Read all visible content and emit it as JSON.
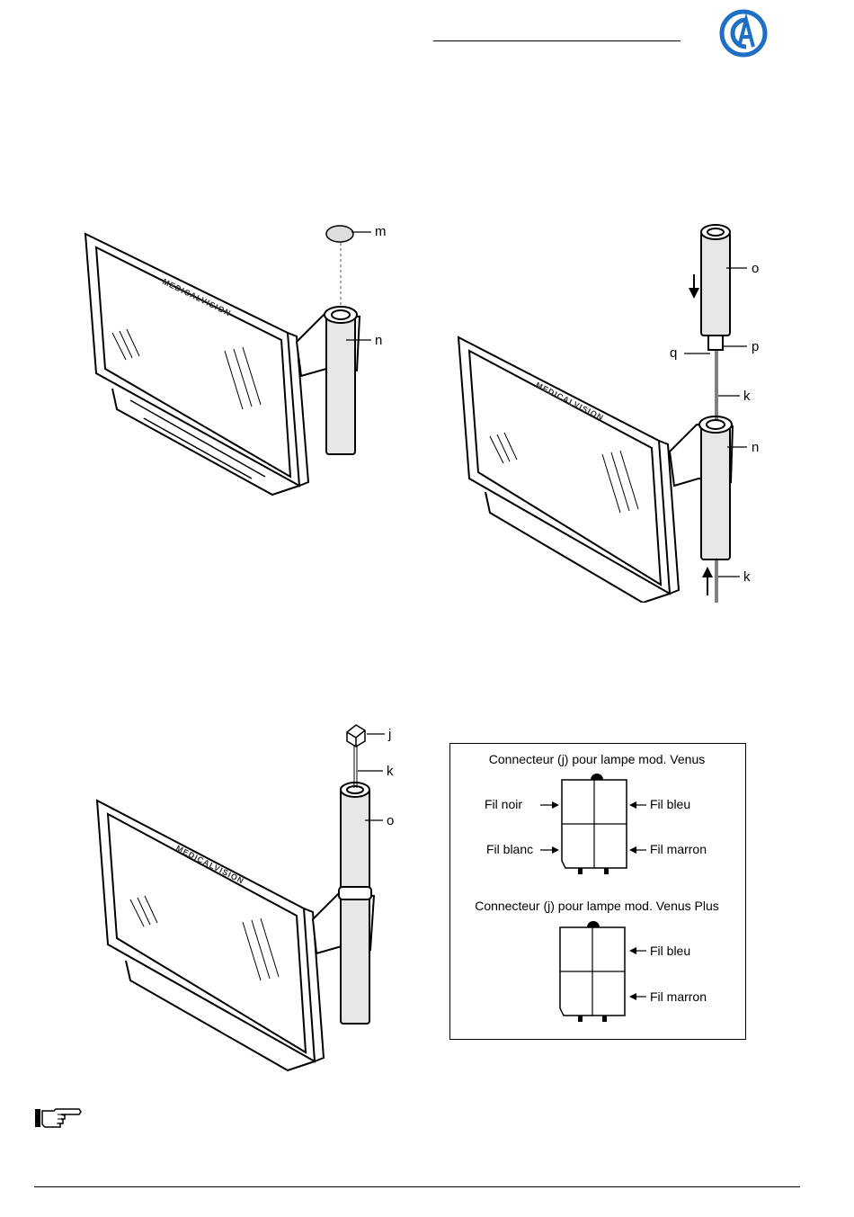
{
  "header": {
    "logo_icon": "company-logo-ca-icon",
    "rule": true
  },
  "brand": "MEDICALVISION",
  "figures": {
    "fig1": {
      "labels": {
        "m": "m",
        "n": "n"
      }
    },
    "fig2": {
      "labels": {
        "o": "o",
        "p": "p",
        "q": "q",
        "k_top": "k",
        "n": "n",
        "k_bottom": "k"
      }
    },
    "fig3": {
      "labels": {
        "j": "j",
        "k": "k",
        "o": "o"
      }
    }
  },
  "wiring": {
    "venus": {
      "title": "Connecteur (j) pour lampe mod. Venus",
      "left_top": "Fil noir",
      "left_bottom": "Fil blanc",
      "right_top": "Fil bleu",
      "right_bottom": "Fil marron"
    },
    "venus_plus": {
      "title": "Connecteur (j) pour lampe mod. Venus Plus",
      "right_top": "Fil bleu",
      "right_bottom": "Fil marron"
    }
  },
  "note": {
    "icon": "pointing-hand-note-icon"
  },
  "colors": {
    "logo_blue": "#1f6fc5",
    "line": "#000000",
    "pole_fill": "#e6e6e6"
  }
}
